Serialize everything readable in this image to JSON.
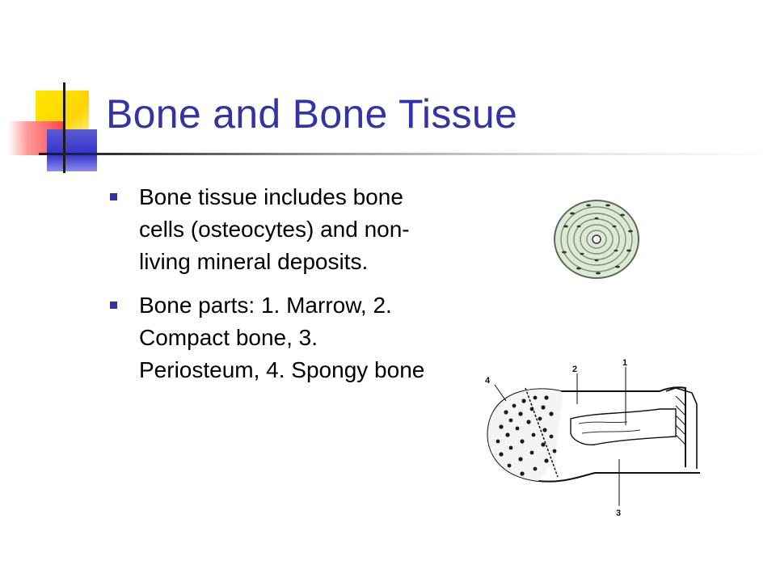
{
  "slide": {
    "title": "Bone and Bone Tissue",
    "bullets": [
      {
        "text": "Bone tissue includes bone cells (osteocytes) and non-living mineral deposits."
      },
      {
        "text": "Bone parts: 1. Marrow, 2. Compact bone, 3. Periosteum, 4. Spongy bone"
      }
    ],
    "figures": {
      "osteon_icon": "osteon-cross-section-illustration",
      "bone_diagram": {
        "icon": "long-bone-cross-section-illustration",
        "labels": [
          "1",
          "2",
          "3",
          "4"
        ]
      }
    },
    "colors": {
      "title": "#3333a6",
      "bullet_marker": "#3333a6",
      "accent_yellow": "#ffd400",
      "accent_red": "#ff4848",
      "accent_blue": "#3434c8"
    }
  }
}
